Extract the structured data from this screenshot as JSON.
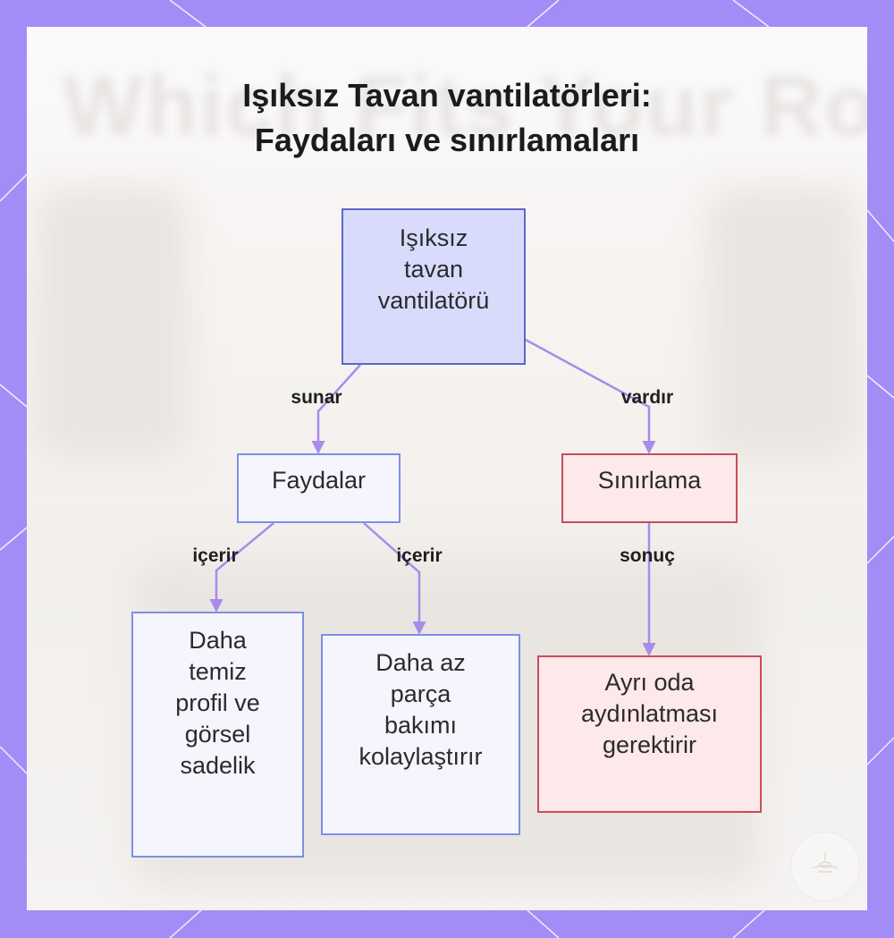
{
  "title": {
    "line1": "Işıksız Tavan vantilatörleri:",
    "line2": "Faydaları ve sınırlamaları"
  },
  "background_text": "Which Fits Your Room?",
  "nodes": {
    "root": [
      "Işıksız",
      "tavan",
      "vantilatörü"
    ],
    "benefits": [
      "Faydalar"
    ],
    "limitation": [
      "Sınırlama"
    ],
    "benefit_1": [
      "Daha",
      "temiz",
      "profil ve",
      "görsel",
      "sadelik"
    ],
    "benefit_2": [
      "Daha az",
      "parça",
      "bakımı",
      "kolaylaştırır"
    ],
    "limitation_1": [
      "Ayrı oda",
      "aydınlatması",
      "gerektirir"
    ]
  },
  "edges": {
    "root_benefits": "sunar",
    "root_limitation": "vardır",
    "benefits_b1": "içerir",
    "benefits_b2": "içerir",
    "limitation_l1": "sonuç"
  },
  "colors": {
    "frame": "#a48cf7",
    "connector": "#a98be9",
    "benefit_border": "#7c8fe7",
    "limitation_border": "#cb4c58",
    "root_fill": "#d9dbfd"
  }
}
